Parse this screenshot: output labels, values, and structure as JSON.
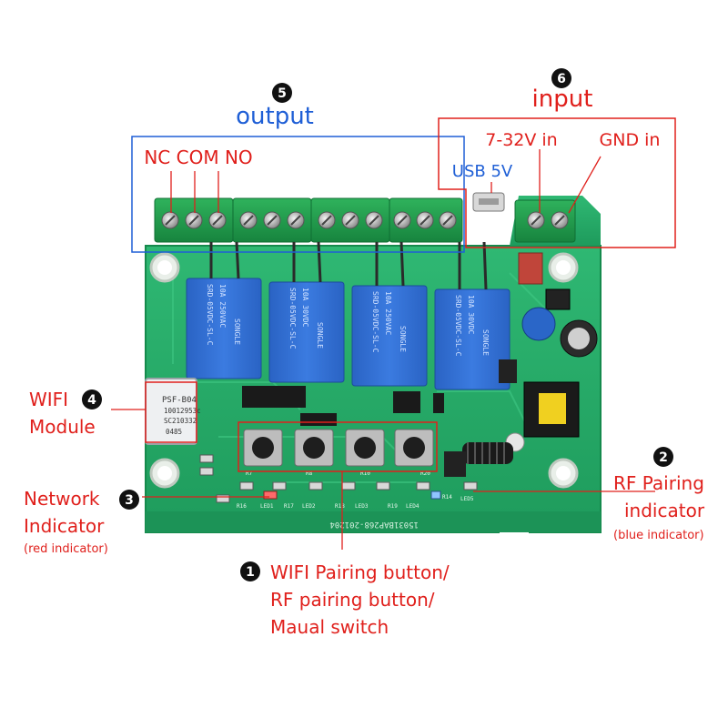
{
  "callouts": {
    "output": {
      "number": "5",
      "label": "output",
      "pins": "NC COM NO"
    },
    "input": {
      "number": "6",
      "label": "input",
      "vin": "7-32V in",
      "gnd": "GND in",
      "usb": "USB 5V"
    },
    "wifi": {
      "number": "4",
      "line1": "WIFI",
      "line2": "Module"
    },
    "network": {
      "number": "3",
      "line1": "Network",
      "line2": "Indicator",
      "sub": "(red indicator)"
    },
    "rf": {
      "number": "2",
      "line1": "RF Pairing",
      "line2": "indicator",
      "sub": "(blue indicator)"
    },
    "buttons": {
      "number": "1",
      "line1": "WIFI Pairing button/",
      "line2": "RF pairing button/",
      "line3": "Maual switch"
    }
  },
  "board": {
    "relay_text": [
      "SRD-05VDC-SL-C",
      "SONGLE",
      "10A 250VAC",
      "10A 30VDC"
    ],
    "wifi_module_text": [
      "PSF-B04",
      "10012953c",
      "SC210332",
      "0485"
    ],
    "pcb_code": "15031BAP268-201204",
    "silk": [
      "LED1",
      "LED2",
      "LED3",
      "LED4",
      "LED5",
      "R16",
      "R17",
      "R18",
      "R19",
      "R14",
      "R7",
      "R8",
      "R10",
      "R20"
    ]
  },
  "colors": {
    "callout_red": "#e0201c",
    "callout_blue": "#1f5fd6",
    "pcb_green": "#25a866",
    "terminal_green": "#1e9a4c",
    "relay_blue": "#2f6fd0"
  }
}
